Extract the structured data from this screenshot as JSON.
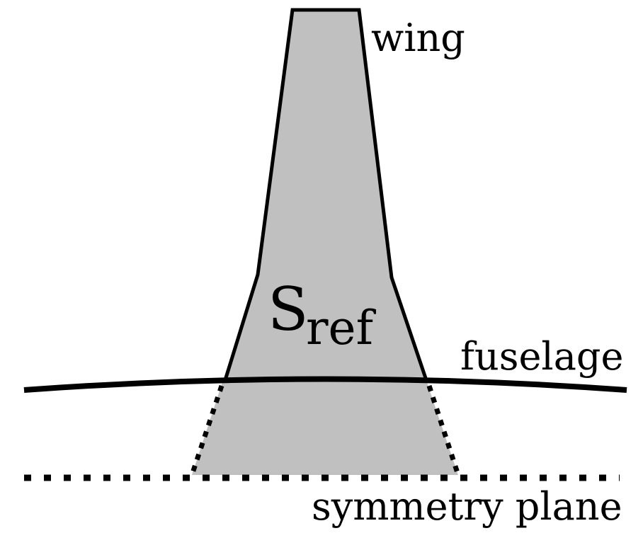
{
  "labels": {
    "wing": "wing",
    "fuselage": "fuselage",
    "symmetry_plane": "symmetry plane",
    "reference_area_symbol": "S",
    "reference_area_subscript": "ref"
  },
  "colors": {
    "wing_fill": "#c0c0c0",
    "outline": "#000000",
    "background": "#ffffff"
  }
}
